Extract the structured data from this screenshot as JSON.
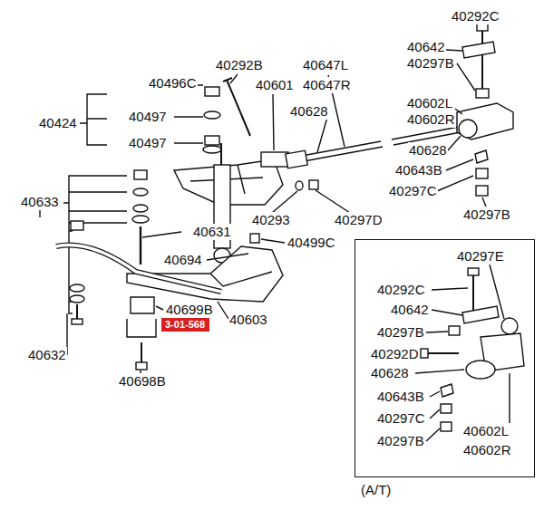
{
  "diagram": {
    "nodes": [
      {
        "text": [
          "(A/T)"
        ]
      },
      {
        "text": [
          "3-01-568"
        ]
      }
    ],
    "labels": [
      "40292C",
      "40642",
      "40297B",
      "40292B",
      "40647L",
      "40647R",
      "40496C",
      "40601",
      "40602L",
      "40602R",
      "40424",
      "40497",
      "40628",
      "40628",
      "40497",
      "40643B",
      "40297C",
      "40293",
      "40297D",
      "40297B",
      "40633",
      "40631",
      "40499C",
      "40694",
      "40699B",
      "40603",
      "40632",
      "40698B",
      "40297E",
      "40292C",
      "40642",
      "40297B",
      "40292D",
      "40628",
      "40643B",
      "40297C",
      "40297B",
      "40602L",
      "40602R"
    ]
  }
}
